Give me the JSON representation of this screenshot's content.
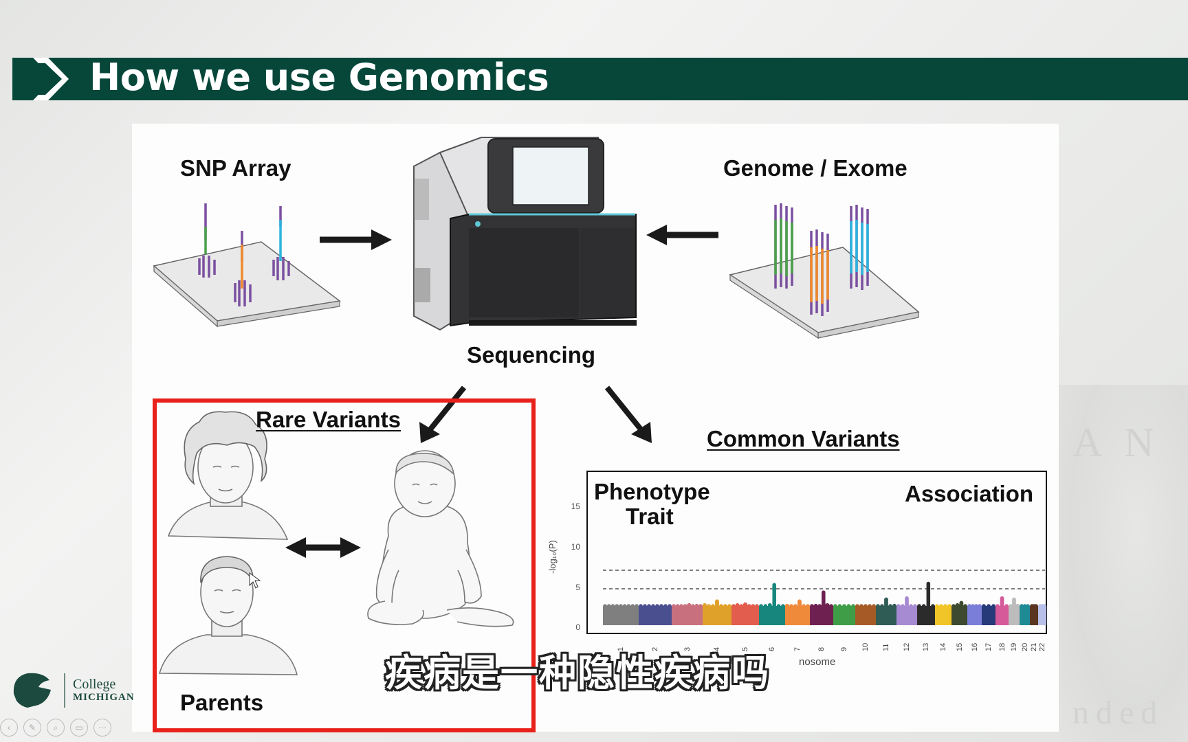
{
  "slide": {
    "title": "How we use Genomics",
    "labels": {
      "snp_array": "SNP Array",
      "genome_exome": "Genome / Exome",
      "sequencing": "Sequencing",
      "rare_variants": "Rare Variants",
      "common_variants": "Common Variants",
      "parents": "Parents"
    },
    "plot": {
      "phenotype": "Phenotype",
      "trait": "Trait",
      "association": "Association",
      "ylabel": "-log₁₀(P)",
      "yticks": [
        "15",
        "10",
        "5",
        "0"
      ],
      "xlabel_fragment": "nosome",
      "chromosomes": [
        "1",
        "2",
        "3",
        "4",
        "5",
        "6",
        "7",
        "8",
        "9",
        "10",
        "11",
        "12",
        "13",
        "14",
        "15",
        "16",
        "17",
        "18",
        "19",
        "20",
        "21",
        "22"
      ],
      "colors": [
        "#7f7f7f",
        "#4a4f8f",
        "#c9707e",
        "#e0a12a",
        "#e25d4d",
        "#17877d",
        "#ef8a3b",
        "#6e2150",
        "#3f9d48",
        "#a65b27",
        "#2f5d55",
        "#a78bd2",
        "#2b2b2b",
        "#f1c527",
        "#3d4a2f",
        "#7b7ed8",
        "#263a7a",
        "#d65a9a",
        "#bcbcbc",
        "#1e8a94",
        "#5a3520",
        "#b7c0e8"
      ]
    },
    "caption": "疾病是一种隐性疾病吗",
    "caption_overlap": "R",
    "logo": {
      "line1": "College",
      "line2": "MICHIGAN"
    },
    "watermark": {
      "line1": "A N",
      "line2": "nded"
    }
  }
}
